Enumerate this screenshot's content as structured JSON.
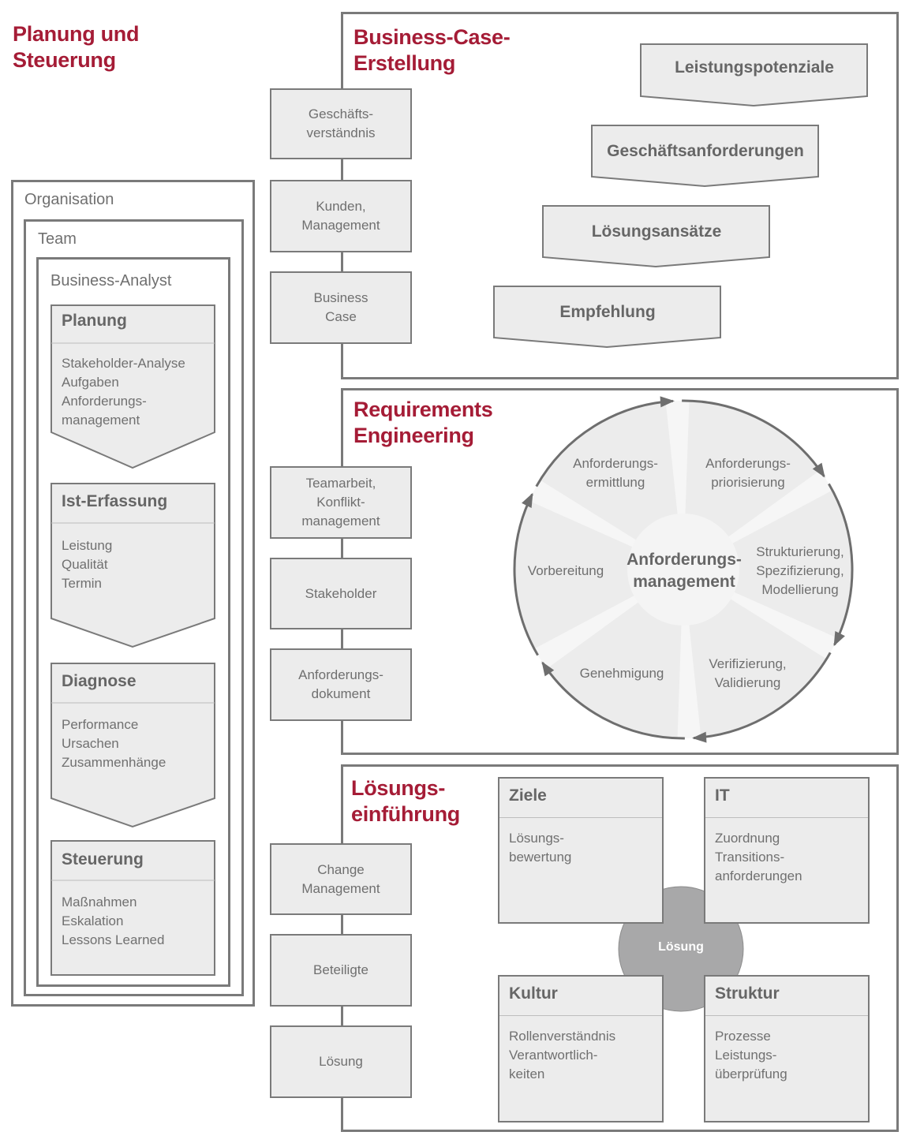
{
  "colors": {
    "accent_red": "#a51c36",
    "frame_gray": "#7a7a7a",
    "box_fill": "#ececec",
    "solution_circle": "#a8a8a9"
  },
  "left": {
    "title": "Planung und\nSteuerung",
    "nesting": [
      "Organisation",
      "Team",
      "Business-Analyst"
    ],
    "phases": [
      {
        "title": "Planung",
        "items": "Stakeholder-Analyse\nAufgaben\nAnforderungs-\nmanagement"
      },
      {
        "title": "Ist-Erfassung",
        "items": "Leistung\nQualität\nTermin"
      },
      {
        "title": "Diagnose",
        "items": "Performance\nUrsachen\nZusammenhänge"
      },
      {
        "title": "Steuerung",
        "items": "Maßnahmen\nEskalation\nLessons Learned"
      }
    ]
  },
  "middle": {
    "boxes": [
      "Geschäfts-\nverständnis",
      "Kunden,\nManagement",
      "Business\nCase",
      "Teamarbeit,\nKonflikt-\nmanagement",
      "Stakeholder",
      "Anforderungs-\ndokument",
      "Change\nManagement",
      "Beteiligte",
      "Lösung"
    ]
  },
  "sections": {
    "business_case": {
      "title": "Business-Case-\nErstellung",
      "steps": [
        "Leistungspotenziale",
        "Geschäftsanforderungen",
        "Lösungsansätze",
        "Empfehlung"
      ]
    },
    "requirements": {
      "title": "Requirements\nEngineering",
      "center": "Anforderungs-\nmanagement",
      "segments": [
        "Anforderungs-\nermittlung",
        "Anforderungs-\npriorisierung",
        "Strukturierung,\nSpezifizierung,\nModellierung",
        "Verifizierung,\nValidierung",
        "Genehmigung",
        "Vorbereitung"
      ]
    },
    "solution": {
      "title": "Lösungs-\neinführung",
      "center": "Lösung",
      "cards": [
        {
          "title": "Ziele",
          "items": "Lösungs-\nbewertung"
        },
        {
          "title": "IT",
          "items": "Zuordnung\nTransitions-\nanforderungen"
        },
        {
          "title": "Kultur",
          "items": "Rollenverständnis\nVerantwortlich-\nkeiten"
        },
        {
          "title": "Struktur",
          "items": "Prozesse\nLeistungs-\nüberprüfung"
        }
      ]
    }
  }
}
